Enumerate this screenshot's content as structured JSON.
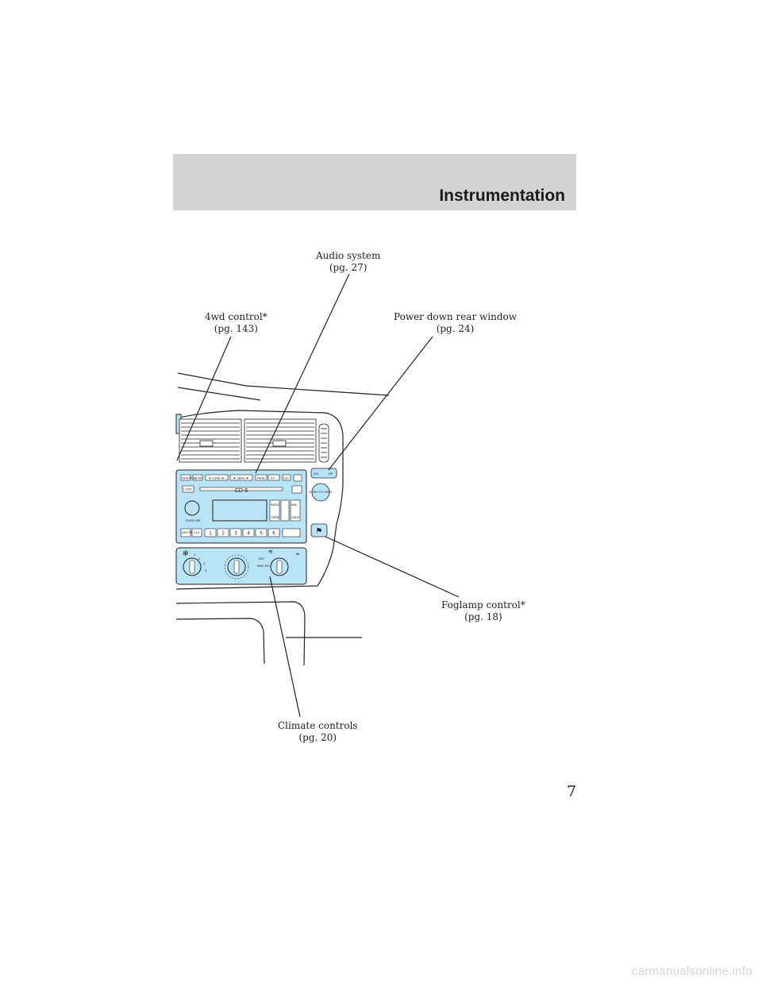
{
  "header": {
    "title": "Instrumentation"
  },
  "callouts": {
    "audio": {
      "title": "Audio system",
      "ref": "(pg. 27)"
    },
    "fourwd": {
      "title": "4wd control*",
      "ref": "(pg. 143)"
    },
    "rear_window": {
      "title": "Power down rear window",
      "ref": "(pg. 24)"
    },
    "foglamp": {
      "title": "Foglamp control*",
      "ref": "(pg. 18)"
    },
    "climate": {
      "title": "Climate controls",
      "ref": "(pg. 20)"
    }
  },
  "radio": {
    "display_text": "CD·6",
    "preset_labels": [
      "1",
      "2",
      "3",
      "4",
      "5",
      "6"
    ],
    "top_buttons": [
      "SHUFFLE",
      "SCAN",
      "◄ TUNE ►",
      "◄ SEEK ►",
      "REW",
      "FF",
      "CD/"
    ],
    "side_buttons": [
      "BASS",
      "TREB",
      "BAL",
      "FADE"
    ],
    "knob_label": "PUSH ON",
    "load_label": "LOAD",
    "am_fm_label": "AM FM",
    "clk_label": "CLK"
  },
  "switches": {
    "rear_window_labels": [
      "DN",
      "UP"
    ],
    "push_vent_label": "PUSH TO VENT"
  },
  "climate": {
    "fan_speeds": [
      "1",
      "2",
      "3",
      "4"
    ],
    "mode_labels": [
      "A/C",
      "MAX A/C"
    ]
  },
  "colors": {
    "panel_fill": "#b9e3f6",
    "line": "#222222",
    "header_band": "#d4d4d4"
  },
  "page_number": "7",
  "watermark": "carmanualsonline.info"
}
